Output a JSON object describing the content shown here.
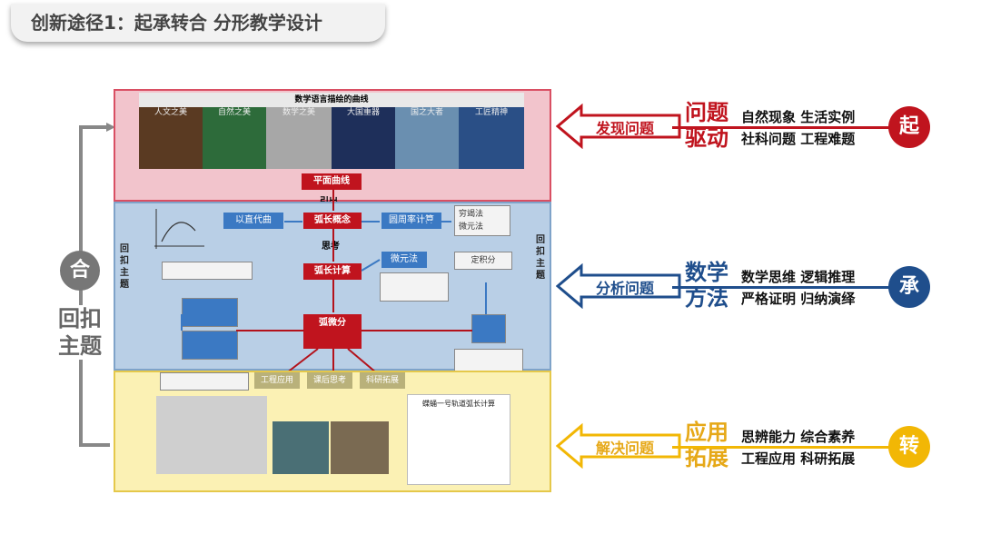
{
  "title": "创新途径1：起承转合 分形教学设计",
  "left_loop": {
    "circle_char": "合",
    "label_line1": "回扣",
    "label_line2": "主题"
  },
  "pink": {
    "header": "数学语言描绘的曲线",
    "pictures": [
      "人文之美",
      "自然之美",
      "数学之美",
      "大国重器",
      "国之大者",
      "工匠精神"
    ],
    "plane_curve": "平面曲线",
    "lead_out": "引出"
  },
  "blue": {
    "replace_curve": "以直代曲",
    "arc_concept": "弧长概念",
    "circle_calc": "圆周率计算",
    "exhaust_items": [
      "穷竭法",
      "微元法"
    ],
    "think": "思考",
    "arc_calc": "弧长计算",
    "micro_method": "微元法",
    "definite_integral": "定积分",
    "arc_diff": "弧微分",
    "side_left": [
      "回",
      "扣",
      "主",
      "题"
    ],
    "side_right": [
      "回",
      "扣",
      "主",
      "题"
    ]
  },
  "yellow": {
    "tabs": [
      "工程应用",
      "课后思考",
      "科研拓展"
    ],
    "doc_title": "蝶蛹一号轨道弧长计算"
  },
  "right": [
    {
      "arrow": "发现问题",
      "topic1": "问题",
      "topic2": "驱动",
      "kw1": "自然现象  生活实例",
      "kw2": "社科问题  工程难题",
      "circle": "起",
      "color": "#c0141e",
      "circle_color": "#c0141e"
    },
    {
      "arrow": "分析问题",
      "topic1": "数学",
      "topic2": "方法",
      "kw1": "数学思维  逻辑推理",
      "kw2": "严格证明  归纳演绎",
      "circle": "承",
      "color": "#1f4e8c",
      "circle_color": "#1f4e8c"
    },
    {
      "arrow": "解决问题",
      "topic1": "应用",
      "topic2": "拓展",
      "kw1": "思辨能力  综合素养",
      "kw2": "工程应用  科研拓展",
      "circle": "转",
      "color": "#e6a817",
      "circle_color": "#f2b705"
    }
  ]
}
